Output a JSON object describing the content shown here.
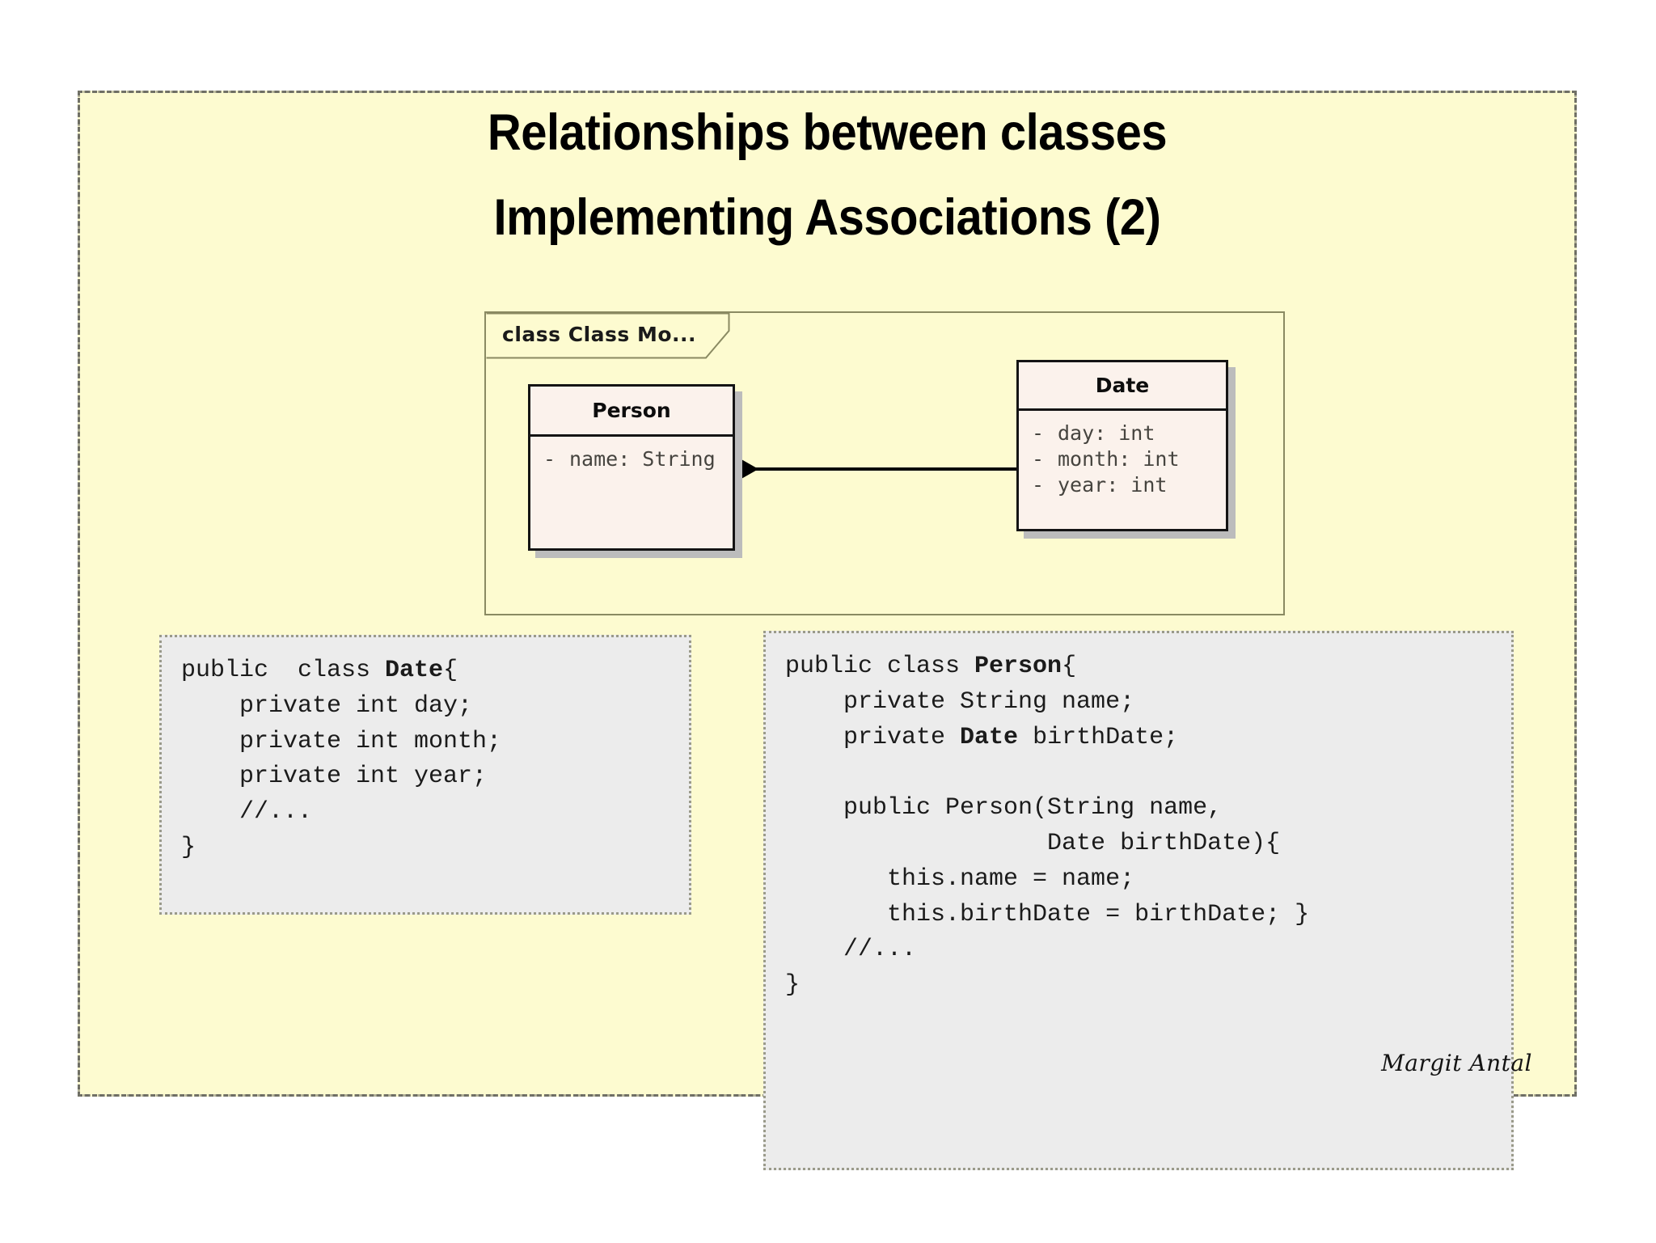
{
  "slide": {
    "background_color": "#fdfbd0",
    "border_color": "#6d6d63",
    "title": "Relationships between classes",
    "subtitle": "Implementing Associations (2)"
  },
  "uml": {
    "frame_label": "class Class Mo...",
    "relationship": {
      "type": "composition",
      "source": "Person",
      "target": "Date",
      "diamond_end": "Person",
      "diamond_filled": true
    },
    "classes": [
      {
        "name": "Person",
        "attributes": [
          {
            "visibility": "-",
            "text": "name: String"
          }
        ]
      },
      {
        "name": "Date",
        "attributes": [
          {
            "visibility": "-",
            "text": "day: int"
          },
          {
            "visibility": "-",
            "text": "month: int"
          },
          {
            "visibility": "-",
            "text": "year: int"
          }
        ]
      }
    ]
  },
  "code_blocks": {
    "date": {
      "title": "Date",
      "lines": [
        "public  class ",
        "Date",
        "{\n    private int day;\n    private int month;\n    private int year;\n    //...\n}"
      ],
      "plain": "public  class Date{\n    private int day;\n    private int month;\n    private int year;\n    //...\n}"
    },
    "person": {
      "title": "Person",
      "plain": "public class Person{\n    private String name;\n    private Date birthDate;\n\n    public Person(String name,\n                  Date birthDate){\n       this.name = name;\n       this.birthDate = birthDate; }\n    //...\n}"
    }
  },
  "signature": "Margit Antal"
}
